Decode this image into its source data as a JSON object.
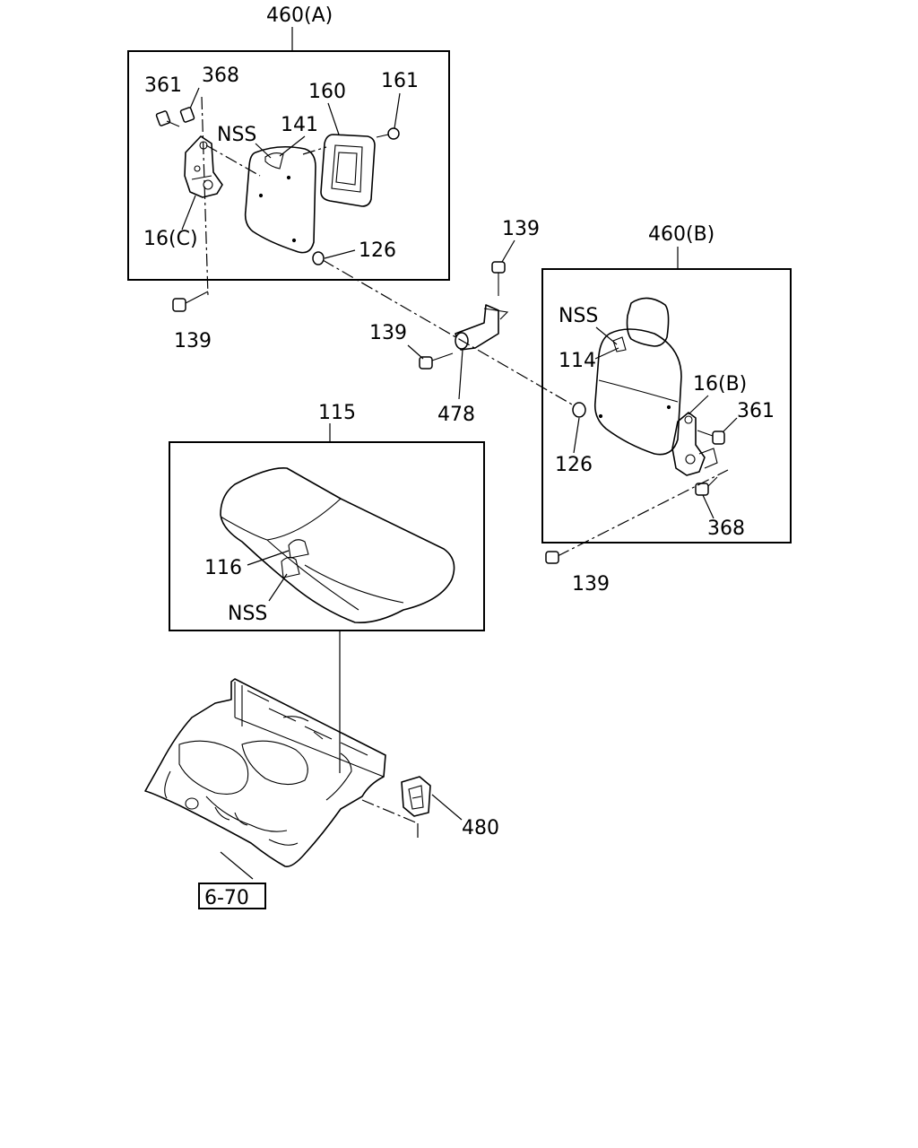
{
  "labels": {
    "assy_a": "460(A)",
    "assy_b": "460(B)",
    "cushion": "115",
    "a_361": "361",
    "a_368": "368",
    "a_160": "160",
    "a_161": "161",
    "a_nss": "NSS",
    "a_141": "141",
    "a_16c": "16(C)",
    "a_126": "126",
    "a_139": "139",
    "mid_139_top": "139",
    "mid_139_left": "139",
    "mid_478": "478",
    "b_nss": "NSS",
    "b_114": "114",
    "b_16b": "16(B)",
    "b_361": "361",
    "b_126": "126",
    "b_368": "368",
    "b_139": "139",
    "c_116": "116",
    "c_nss": "NSS",
    "p_480": "480",
    "ref_670": "6-70"
  }
}
